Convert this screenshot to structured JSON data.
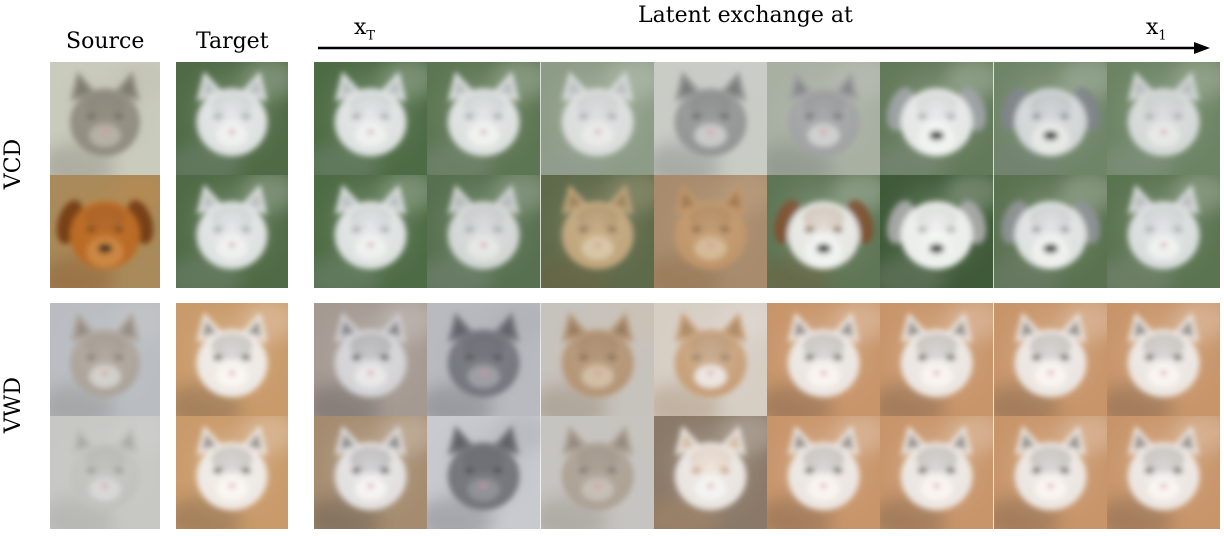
{
  "header": {
    "source_label": "Source",
    "target_label": "Target",
    "title": "Latent exchange at",
    "x_start": "x",
    "x_start_sub": "T",
    "x_end": "x",
    "x_end_sub": "1"
  },
  "groups": [
    {
      "label": "VCD",
      "source": [
        {
          "animal": "cat",
          "fur": "#8a8478",
          "dark": "#5a564e",
          "bg": "#c9cbbd",
          "light": "#b7b2a6"
        },
        {
          "animal": "dog",
          "fur": "#b9651e",
          "dark": "#6e3510",
          "bg": "#a98a5a",
          "light": "#d08a44"
        }
      ],
      "target": [
        {
          "animal": "cat",
          "fur": "#e9ebee",
          "dark": "#9aa0a6",
          "bg": "#4f6a45",
          "light": "#ffffff"
        },
        {
          "animal": "cat",
          "fur": "#e9ebee",
          "dark": "#9aa0a6",
          "bg": "#4f6a45",
          "light": "#ffffff"
        }
      ],
      "exchange": [
        [
          {
            "animal": "cat",
            "fur": "#e9ebee",
            "dark": "#9aa0a6",
            "bg": "#4d6b44",
            "light": "#ffffff"
          },
          {
            "animal": "cat",
            "fur": "#e6e8ea",
            "dark": "#9aa0a6",
            "bg": "#5c7552",
            "light": "#ffffff"
          },
          {
            "animal": "cat",
            "fur": "#e0e2e2",
            "dark": "#9aa0a6",
            "bg": "#8d9c86",
            "light": "#f4f4f4"
          },
          {
            "animal": "cat",
            "fur": "#8a8b8c",
            "dark": "#4a4b4d",
            "bg": "#c9cbc5",
            "light": "#cfcfcf"
          },
          {
            "animal": "cat",
            "fur": "#9c9fa0",
            "dark": "#5c5f61",
            "bg": "#a8b0a2",
            "light": "#d6d6d6"
          },
          {
            "animal": "dog",
            "fur": "#f0f0f2",
            "dark": "#9ca0a4",
            "bg": "#637a5a",
            "light": "#ffffff"
          },
          {
            "animal": "dog",
            "fur": "#d9dcdf",
            "dark": "#7c8086",
            "bg": "#6f8568",
            "light": "#f4f4f4"
          },
          {
            "animal": "cat",
            "fur": "#dcdfe0",
            "dark": "#a0a4a8",
            "bg": "#6c8464",
            "light": "#f4f4f4"
          }
        ],
        [
          {
            "animal": "cat",
            "fur": "#e9ebee",
            "dark": "#9aa0a6",
            "bg": "#4d6b44",
            "light": "#ffffff"
          },
          {
            "animal": "cat",
            "fur": "#dcdedf",
            "dark": "#9aa0a6",
            "bg": "#57704f",
            "light": "#f4f4f4"
          },
          {
            "animal": "cat",
            "fur": "#c8a97e",
            "dark": "#7a5e3c",
            "bg": "#5e6a4a",
            "light": "#e4d2b4"
          },
          {
            "animal": "cat",
            "fur": "#c19468",
            "dark": "#7a5630",
            "bg": "#a78b6c",
            "light": "#dcc2a0"
          },
          {
            "animal": "dog",
            "fur": "#f2f0ee",
            "dark": "#7c4a28",
            "bg": "#5f7656",
            "light": "#ffffff"
          },
          {
            "animal": "dog",
            "fur": "#fbfbfb",
            "dark": "#a8a8a8",
            "bg": "#3f5a38",
            "light": "#ffffff"
          },
          {
            "animal": "dog",
            "fur": "#e8eaec",
            "dark": "#8a8e92",
            "bg": "#5a7250",
            "light": "#ffffff"
          },
          {
            "animal": "cat",
            "fur": "#e2e5e8",
            "dark": "#9ea2a6",
            "bg": "#5a7350",
            "light": "#ffffff"
          }
        ]
      ]
    },
    {
      "label": "VWD",
      "source": [
        {
          "animal": "cat",
          "fur": "#a89e92",
          "dark": "#6e665c",
          "bg": "#b9bdc2",
          "light": "#d8d6d2"
        },
        {
          "animal": "cat",
          "fur": "#bfbfbb",
          "dark": "#8a8a86",
          "bg": "#c7c8c4",
          "light": "#dcdcda"
        }
      ],
      "target": [
        {
          "animal": "cat",
          "fur": "#f1efee",
          "dark": "#3a3836",
          "bg": "#c99a6a",
          "light": "#ffffff"
        },
        {
          "animal": "cat",
          "fur": "#f1efee",
          "dark": "#3a3836",
          "bg": "#c99a6a",
          "light": "#ffffff"
        }
      ],
      "exchange": [
        [
          {
            "animal": "cat",
            "fur": "#d6d6da",
            "dark": "#2f2f33",
            "bg": "#a59a92",
            "light": "#f2f2f2"
          },
          {
            "animal": "cat",
            "fur": "#6c6e74",
            "dark": "#3a3c42",
            "bg": "#b8bac0",
            "light": "#9ea0a6"
          },
          {
            "animal": "cat",
            "fur": "#b08e6c",
            "dark": "#6e5438",
            "bg": "#c6c2bc",
            "light": "#d6c2a8"
          },
          {
            "animal": "cat",
            "fur": "#c29468",
            "dark": "#84623e",
            "bg": "#d6cdc3",
            "light": "#f2f0ee"
          },
          {
            "animal": "cat",
            "fur": "#eeeceb",
            "dark": "#3a3734",
            "bg": "#c8956a",
            "light": "#ffffff"
          },
          {
            "animal": "cat",
            "fur": "#eeeceb",
            "dark": "#3a3734",
            "bg": "#c8956a",
            "light": "#ffffff"
          },
          {
            "animal": "cat",
            "fur": "#eeeceb",
            "dark": "#3a3734",
            "bg": "#c8956a",
            "light": "#ffffff"
          },
          {
            "animal": "cat",
            "fur": "#eeeceb",
            "dark": "#3a3734",
            "bg": "#c8956a",
            "light": "#ffffff"
          }
        ],
        [
          {
            "animal": "cat",
            "fur": "#e6e6e8",
            "dark": "#2f2f33",
            "bg": "#a58c70",
            "light": "#ffffff"
          },
          {
            "animal": "cat",
            "fur": "#6a6c72",
            "dark": "#3a3b40",
            "bg": "#c9cacf",
            "light": "#8e9096"
          },
          {
            "animal": "cat",
            "fur": "#a89c8e",
            "dark": "#6e655a",
            "bg": "#c6c4c0",
            "light": "#c9c2b8"
          },
          {
            "animal": "cat",
            "fur": "#f1ede9",
            "dark": "#c79466",
            "bg": "#8a7968",
            "light": "#ffffff"
          },
          {
            "animal": "cat",
            "fur": "#eeeceb",
            "dark": "#3a3734",
            "bg": "#c8956a",
            "light": "#ffffff"
          },
          {
            "animal": "cat",
            "fur": "#eeeceb",
            "dark": "#3a3734",
            "bg": "#c8956a",
            "light": "#ffffff"
          },
          {
            "animal": "cat",
            "fur": "#eeeceb",
            "dark": "#3a3734",
            "bg": "#c8956a",
            "light": "#ffffff"
          },
          {
            "animal": "cat",
            "fur": "#eeeceb",
            "dark": "#3a3734",
            "bg": "#c8956a",
            "light": "#ffffff"
          }
        ]
      ]
    }
  ]
}
